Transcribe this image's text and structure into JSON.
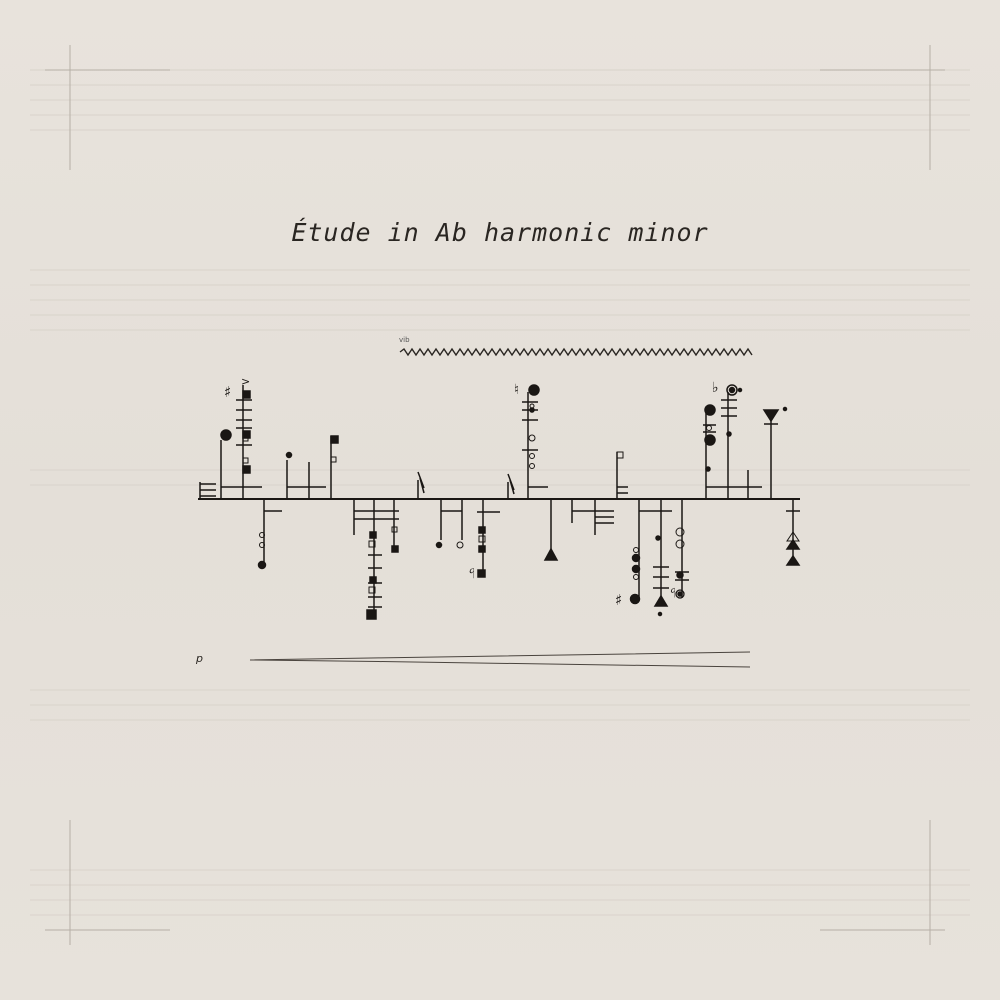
{
  "title": "Étude in Ab harmonic minor",
  "tempo_mark": "vib",
  "dynamic": "p",
  "colors": {
    "paper": "#e6e1da",
    "ink": "#1a1714",
    "faint_rule": "#d8d2ca",
    "crop_mark": "#b3aca3"
  },
  "glyphs": {
    "sharp": "♯",
    "flat": "♭",
    "natural": "♮",
    "accent": ">"
  }
}
